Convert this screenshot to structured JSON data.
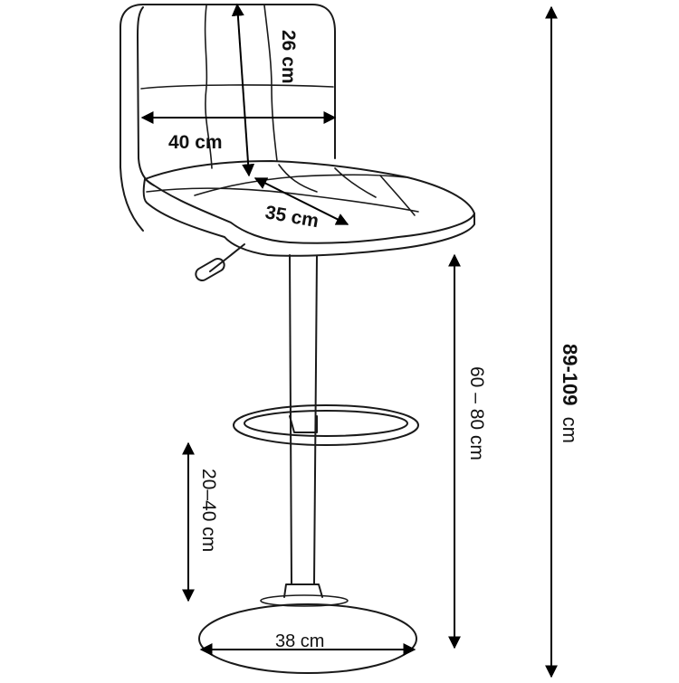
{
  "dimensions": {
    "seat_back_height": {
      "value": "26 cm"
    },
    "seat_width": {
      "value": "40 cm"
    },
    "seat_depth": {
      "value": "35 cm"
    },
    "seat_height": {
      "value": "60 – 80 cm"
    },
    "total_height": {
      "value": "89-109",
      "unit": "cm"
    },
    "footrest_height": {
      "value": "20–40 cm"
    },
    "base_diameter": {
      "value": "38 cm"
    }
  },
  "colors": {
    "line": "#1a1a1a",
    "background": "#ffffff"
  }
}
